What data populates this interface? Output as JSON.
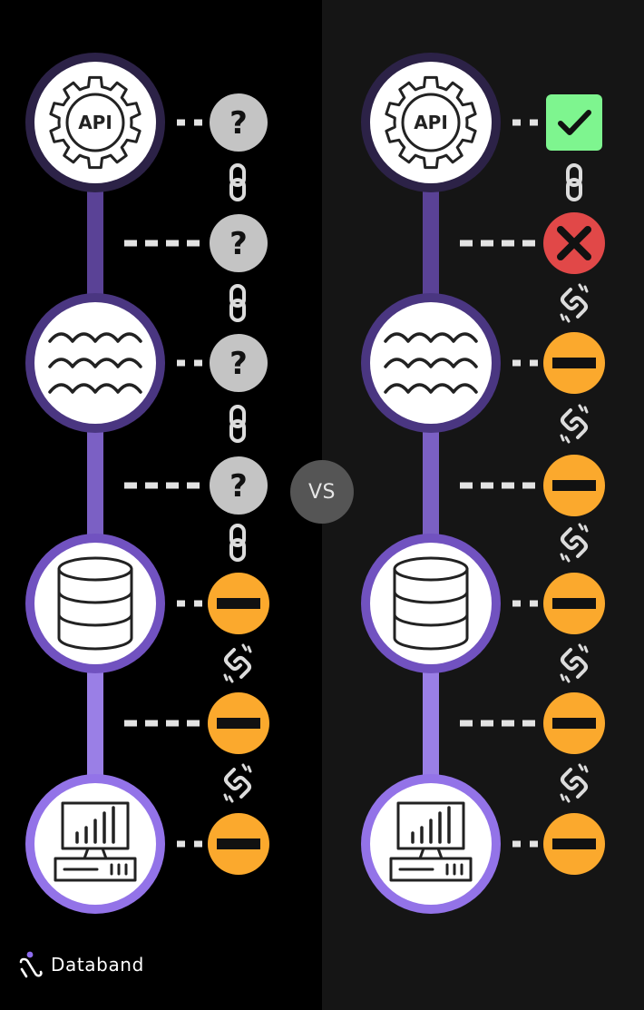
{
  "colors": {
    "left_bg": "#000000",
    "right_bg": "#151515",
    "spine": [
      "#3d2f63",
      "#5a4296",
      "#7b60c4",
      "#9a7fe6"
    ],
    "ring": [
      "#2c2247",
      "#4a3681",
      "#7152c0",
      "#9373e8"
    ],
    "node_fill": "#ffffff",
    "unknown": "#c4c4c4",
    "partial": "#fba92d",
    "success": "#7ef58f",
    "failure": "#e14848",
    "dots": "#e3e3e3"
  },
  "vs_label": "VS",
  "brand": {
    "name": "Databand",
    "logo_icon": "databand-logo-icon"
  },
  "stages": [
    {
      "name": "api",
      "icon": "api-gear-icon",
      "label": "API"
    },
    {
      "name": "data-lake",
      "icon": "waves-icon"
    },
    {
      "name": "database",
      "icon": "database-icon"
    },
    {
      "name": "dashboard",
      "icon": "dashboard-monitor-icon"
    }
  ],
  "pipelines": [
    {
      "name": "left",
      "statuses": [
        "unknown",
        "unknown",
        "unknown",
        "unknown",
        "partial",
        "partial",
        "partial"
      ],
      "links": [
        "intact",
        "intact",
        "intact",
        "intact",
        "broken",
        "broken"
      ]
    },
    {
      "name": "right",
      "statuses": [
        "success",
        "failure",
        "partial",
        "partial",
        "partial",
        "partial",
        "partial"
      ],
      "links": [
        "intact",
        "broken",
        "broken",
        "broken",
        "broken",
        "broken"
      ]
    }
  ]
}
